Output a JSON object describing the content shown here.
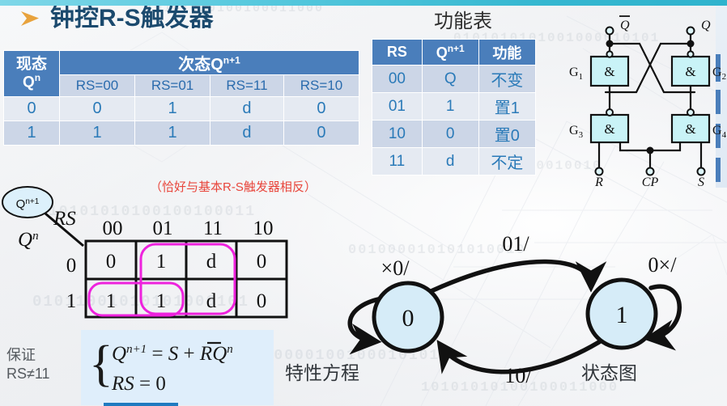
{
  "slide": {
    "title": "钟控R-S触发器",
    "bullet_icon": "arrow-bullet-icon",
    "accent_bar_color": "#45c2d6",
    "title_color": "#1b4a6e",
    "bullet_color": "#e8a33d"
  },
  "watermark": {
    "lines": [
      "10101010100100011000",
      "0101010101001000010101",
      "1010101010100100001",
      "010101001010100010010",
      "10101010100100100011",
      "001000010101010010",
      "01011001010101000101",
      "0010000100100010101"
    ]
  },
  "next_state_table": {
    "corner_label_top": "现态",
    "corner_label_bottom": "Q",
    "corner_sup": "n",
    "span_header": "次态Q",
    "span_header_sup": "n+1",
    "sub_headers": [
      "RS=00",
      "RS=01",
      "RS=11",
      "RS=10"
    ],
    "rows": [
      {
        "state": "0",
        "values": [
          "0",
          "1",
          "d",
          "0"
        ]
      },
      {
        "state": "1",
        "values": [
          "1",
          "1",
          "d",
          "0"
        ]
      }
    ],
    "header_color": "#4a7ebb",
    "subheader_color": "#ccd6e7",
    "text_color": "#2a7ab8"
  },
  "function_table": {
    "title": "功能表",
    "headers": [
      "RS",
      "Q",
      "功能"
    ],
    "header_sup": "n+1",
    "rows": [
      {
        "rs": "00",
        "q": "Q",
        "fn": "不变"
      },
      {
        "rs": "01",
        "q": "1",
        "fn": "置1"
      },
      {
        "rs": "10",
        "q": "0",
        "fn": "置0"
      },
      {
        "rs": "11",
        "q": "d",
        "fn": "不定"
      }
    ]
  },
  "circuit": {
    "gates": [
      "G1",
      "G2",
      "G3",
      "G4"
    ],
    "gate_symbol": "&",
    "outputs": [
      "Q̄",
      "Q"
    ],
    "inputs": [
      "R",
      "CP",
      "S"
    ],
    "gate_fill": "#c9f3f7"
  },
  "red_note": "（恰好与基本R-S触发器相反）",
  "kmap": {
    "bubble_label": "Q",
    "bubble_sup": "n+1",
    "col_var": "RS",
    "row_var": "Q",
    "row_var_sup": "n",
    "col_headers": [
      "00",
      "01",
      "11",
      "10"
    ],
    "row_headers": [
      "0",
      "1"
    ],
    "cells": [
      [
        "0",
        "1",
        "d",
        "0"
      ],
      [
        "1",
        "1",
        "d",
        "0"
      ]
    ],
    "loop_color": "#ee22dd",
    "loops": [
      {
        "name": "loop-cols-01-11",
        "cols": [
          "01",
          "11"
        ],
        "rows": [
          "0",
          "1"
        ]
      },
      {
        "name": "loop-row1-cols-00-01",
        "cols": [
          "00",
          "01"
        ],
        "rows": [
          "1"
        ]
      }
    ]
  },
  "equations": {
    "line1": "Q^{n+1} = S + R̄Q^{n}",
    "line1_parts": {
      "lhs": "Q",
      "lhs_sup": "n+1",
      "eq": "=",
      "s": "S",
      "plus": "+",
      "rbar": "R",
      "q": "Q",
      "q_sup": "n"
    },
    "line2": "RS = 0",
    "brace": "{",
    "highlight_color": "#dfeefb",
    "underline_color": "#1f7ac0"
  },
  "guarantee": {
    "line1": "保证",
    "line2": "RS≠11"
  },
  "labels": {
    "characteristic_equation": "特性方程",
    "state_diagram": "状态图"
  },
  "state_diagram": {
    "states": [
      "0",
      "1"
    ],
    "state_fill": "#d6ecf8",
    "transitions": [
      {
        "name": "self-loop-0",
        "from": "0",
        "to": "0",
        "label": "×0/"
      },
      {
        "name": "edge-0-to-1",
        "from": "0",
        "to": "1",
        "label": "01/"
      },
      {
        "name": "edge-1-to-0",
        "from": "1",
        "to": "0",
        "label": "10/"
      },
      {
        "name": "self-loop-1",
        "from": "1",
        "to": "1",
        "label": "0×/"
      }
    ]
  }
}
